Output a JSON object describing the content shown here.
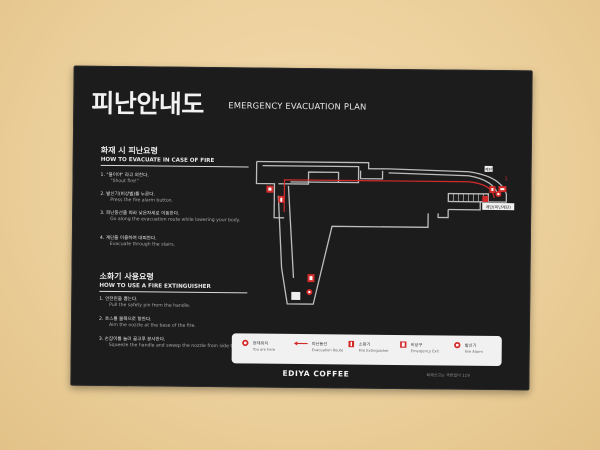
{
  "sign": {
    "title_ko": "피난안내도",
    "title_en": "EMERGENCY EVACUATION PLAN",
    "fire_section": {
      "title_ko": "화재 시 피난요령",
      "title_en": "HOW TO EVACUATE IN CASE OF FIRE",
      "steps": [
        {
          "ko": "1. \"불이야\" 라고 외친다.",
          "en": "\"Shout fire!\""
        },
        {
          "ko": "2. 발신기(비상벨)를 누른다.",
          "en": "Press the fire alarm button."
        },
        {
          "ko": "3. 피난동선을 따라 낮은자세로 이동한다.",
          "en": "Go along the evacuation route while lowering your body."
        },
        {
          "ko": "4. 계단을 이용하여 대피한다.",
          "en": "Evacuate through the stairs."
        }
      ]
    },
    "extinguisher_section": {
      "title_ko": "소화기 사용요령",
      "title_en": "HOW TO USE A FIRE EXTINGUISHER",
      "steps": [
        {
          "ko": "1. 안전핀을 뽑는다.",
          "en": "Pull the safety pin from the handle."
        },
        {
          "ko": "2. 호스를 불쪽으로 향한다.",
          "en": "Aim the nozzle at the base of the fire."
        },
        {
          "ko": "3. 손잡이를 눌러 골고루 분사한다.",
          "en": "Squeeze the handle and sweep the nozzle from side to side."
        }
      ]
    },
    "map_labels": {
      "stairs_ko": "계단",
      "stairs_label": "계단(피난계단)",
      "plan_marker": "1"
    },
    "legend": [
      {
        "icon": "current-location-icon",
        "ko": "현재위치",
        "en": "You are here",
        "color": "#d32a2a"
      },
      {
        "icon": "evacuation-route-icon",
        "ko": "피난동선",
        "en": "Evacuation Route",
        "color": "#d32a2a"
      },
      {
        "icon": "fire-extinguisher-icon",
        "ko": "소화기",
        "en": "Fire Extinguisher",
        "color": "#d32a2a"
      },
      {
        "icon": "emergency-exit-icon",
        "ko": "비상구",
        "en": "Emergency Exit",
        "color": "#d32a2a"
      },
      {
        "icon": "fire-alarm-icon",
        "ko": "발신기",
        "en": "Fire Alarm",
        "color": "#d32a2a"
      }
    ],
    "brand": "EDIYA COFFEE",
    "footnote": "화재신고는 국번없이 119",
    "colors": {
      "board": "#1c1c1d",
      "accent_red": "#d32a2a",
      "wall": "#bdbdbd"
    }
  }
}
